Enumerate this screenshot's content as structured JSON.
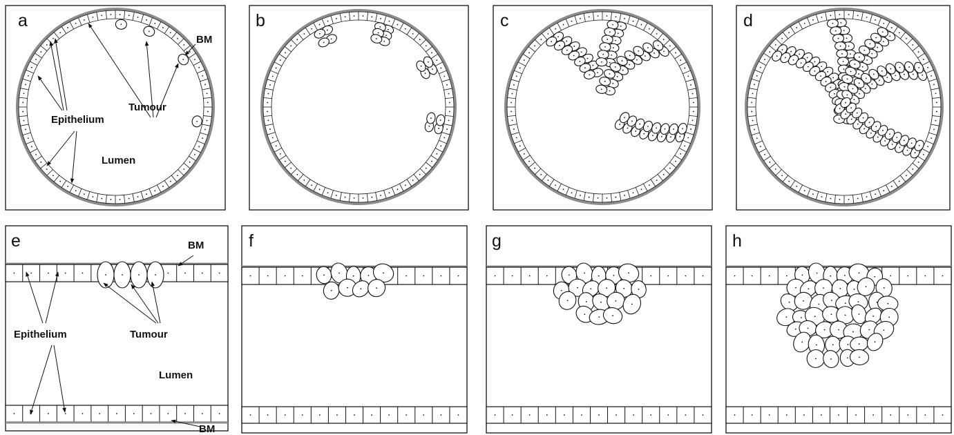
{
  "panels": {
    "a": {
      "letter": "a",
      "labels": {
        "epithelium": "Epithelium",
        "tumour": "Tumour",
        "lumen": "Lumen",
        "bm": "BM"
      }
    },
    "b": {
      "letter": "b"
    },
    "c": {
      "letter": "c"
    },
    "d": {
      "letter": "d"
    },
    "e": {
      "letter": "e",
      "labels": {
        "epithelium": "Epithelium",
        "tumour": "Tumour",
        "lumen": "Lumen",
        "bm_top": "BM",
        "bm_bottom": "BM"
      }
    },
    "f": {
      "letter": "f"
    },
    "g": {
      "letter": "g"
    },
    "h": {
      "letter": "h"
    }
  },
  "colors": {
    "basement_membrane": "#8c8c8c",
    "outline": "#111111",
    "background": "#ffffff"
  }
}
